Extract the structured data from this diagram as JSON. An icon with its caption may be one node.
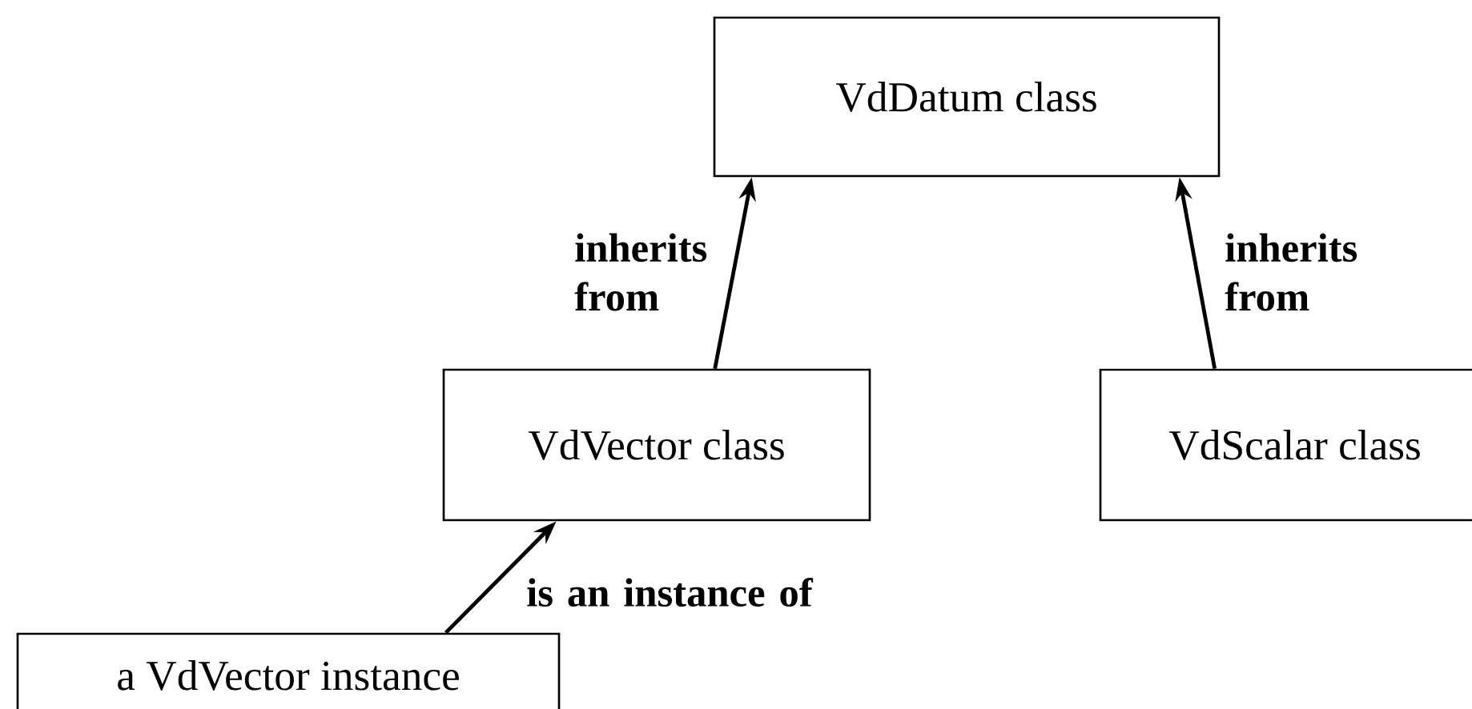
{
  "diagram": {
    "nodes": [
      {
        "text": [
          "VdDatum class"
        ]
      },
      {
        "text": [
          "VdVector class"
        ]
      },
      {
        "text": [
          "VdScalar class"
        ]
      },
      {
        "text": [
          "a VdVector instance"
        ]
      }
    ],
    "edges": [
      {
        "from": 1,
        "to": 0,
        "arrow": "to",
        "label": "inherits from"
      },
      {
        "from": 2,
        "to": 0,
        "arrow": "to",
        "label": "inherits from"
      },
      {
        "from": 3,
        "to": 1,
        "arrow": "to",
        "label": "is an instance of"
      }
    ]
  }
}
